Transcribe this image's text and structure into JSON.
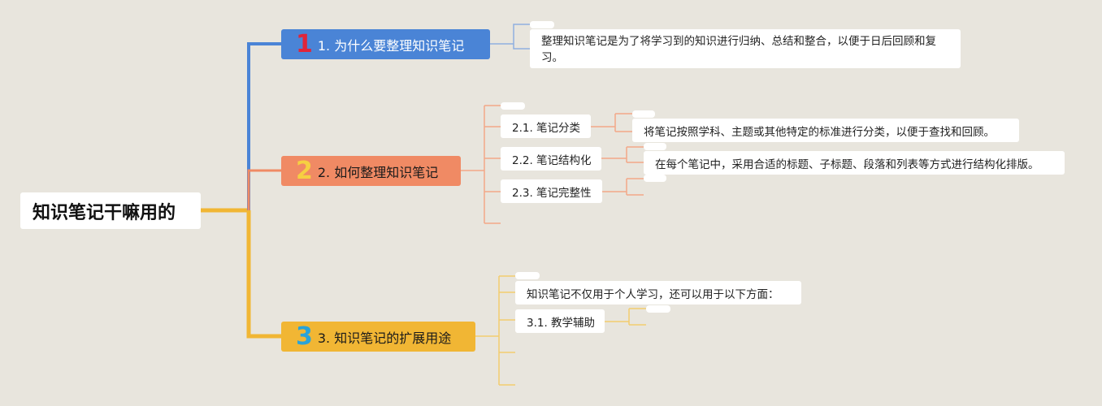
{
  "root": {
    "title": "知识笔记干嘛用的"
  },
  "branches": [
    {
      "number": "1",
      "label": "1. 为什么要整理知识笔记",
      "color": "#4a84d6",
      "detail": "整理知识笔记是为了将学习到的知识进行归纳、总结和整合，以便于日后回顾和复习。"
    },
    {
      "number": "2",
      "label": "2. 如何整理知识笔记",
      "color": "#f08a64",
      "children": [
        {
          "label": "2.1. 笔记分类",
          "detail": "将笔记按照学科、主题或其他特定的标准进行分类，以便于查找和回顾。"
        },
        {
          "label": "2.2. 笔记结构化",
          "detail": "在每个笔记中，采用合适的标题、子标题、段落和列表等方式进行结构化排版。"
        },
        {
          "label": "2.3. 笔记完整性"
        }
      ]
    },
    {
      "number": "3",
      "label": "3. 知识笔记的扩展用途",
      "color": "#f1b634",
      "intro": "知识笔记不仅用于个人学习，还可以用于以下方面：",
      "children": [
        {
          "label": "3.1. 教学辅助"
        }
      ]
    }
  ]
}
